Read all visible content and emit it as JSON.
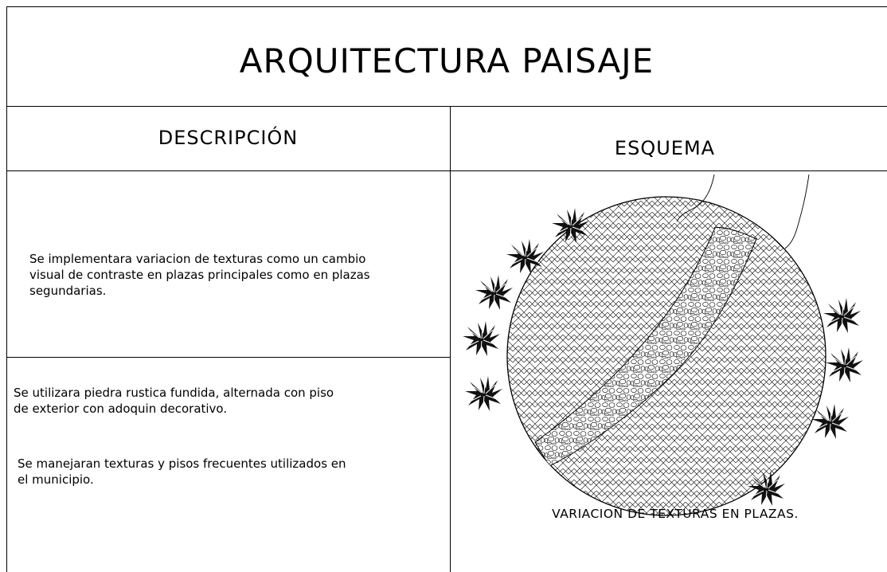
{
  "title": "ARQUITECTURA PAISAJE",
  "headers": {
    "description": "DESCRIPCIÓN",
    "scheme": "ESQUEMA"
  },
  "description": {
    "block1": "Se implementara variacion de texturas como un cambio\nvisual de contraste en plazas principales como en plazas\nsegundarias.",
    "block2": "Se utilizara piedra rustica fundida, alternada con piso\nde exterior con adoquin decorativo.",
    "block3": "Se manejaran texturas y pisos frecuentes utilizados en\nel municipio."
  },
  "scheme": {
    "caption": "VARIACION DE TEXTURAS EN PLAZAS."
  }
}
